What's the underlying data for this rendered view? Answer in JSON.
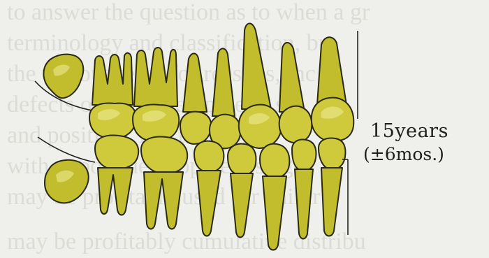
{
  "label": {
    "age": "15years",
    "range": "(±6mos.)"
  },
  "background_text": [
    "to answer the question as to when a gr",
    "terminology and classification, but",
    "the various teeth for reasons, inc",
    "defects of the development, s",
    "and position. The table of",
    "with a tooth development stage",
    "may be profitably used for childr",
    "may be profitably cumulative distribu"
  ],
  "colors": {
    "tooth": "#c2bd2c",
    "crown": "#cfc93c",
    "outline": "#2a2a12",
    "background": "#efefec"
  }
}
